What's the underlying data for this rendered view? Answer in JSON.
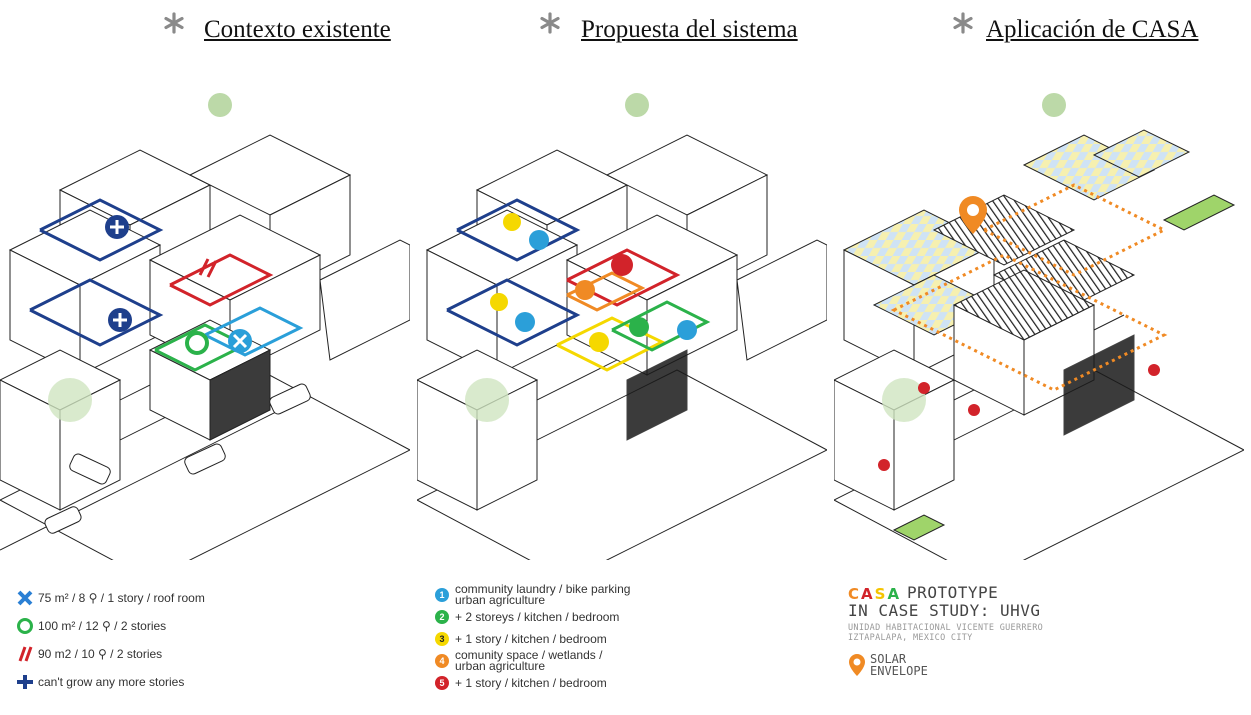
{
  "panels": [
    {
      "title": "Contexto existente",
      "legend": [
        {
          "icon": "blue-x-icon",
          "color": "#2a7fd4",
          "text": "75 m² / 8 ⚲ / 1 story / roof room"
        },
        {
          "icon": "green-circle-icon",
          "color": "#2bb24a",
          "text": "100 m² / 12 ⚲ / 2 stories"
        },
        {
          "icon": "red-slash-icon",
          "color": "#d2232a",
          "text": "90 m2 / 10 ⚲ / 2 stories"
        },
        {
          "icon": "blue-plus-icon",
          "color": "#1e3f8c",
          "text": "can't grow any more stories"
        }
      ]
    },
    {
      "title": "Propuesta del sistema",
      "legend": [
        {
          "number": "1",
          "color": "#2b9fd9",
          "text": "community laundry / bike parking\nurban agriculture"
        },
        {
          "number": "2",
          "color": "#2bb24a",
          "text": "+ 2 storeys / kitchen / bedroom"
        },
        {
          "number": "3",
          "color": "#f5d800",
          "text": "+ 1 story / kitchen / bedroom"
        },
        {
          "number": "4",
          "color": "#f08a24",
          "text": "comunity space / wetlands /\nurban agriculture"
        },
        {
          "number": "5",
          "color": "#d2232a",
          "text": "+ 1 story / kitchen / bedroom"
        }
      ]
    },
    {
      "title": "Aplicación de CASA",
      "brand": {
        "logo_letters": [
          "C",
          "A",
          "S",
          "A"
        ],
        "logo_colors": [
          "#f08a24",
          "#d2232a",
          "#f5c400",
          "#2bb24a"
        ],
        "title_line1": "PROTOTYPE",
        "title_line2": "IN CASE STUDY: UHVG",
        "subtitle_line1": "UNIDAD HABITACIONAL VICENTE GUERRERO",
        "subtitle_line2": "IZTAPALAPA, MEXICO CITY",
        "solar_line1": "SOLAR",
        "solar_line2": "ENVELOPE",
        "solar_color": "#f08a24"
      }
    }
  ]
}
